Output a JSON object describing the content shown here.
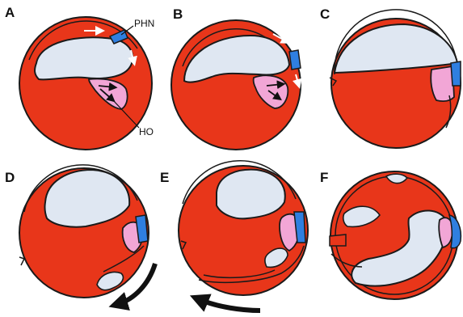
{
  "figure": {
    "panels": [
      {
        "id": "A",
        "letter": "A"
      },
      {
        "id": "B",
        "letter": "B"
      },
      {
        "id": "C",
        "letter": "C"
      },
      {
        "id": "D",
        "letter": "D"
      },
      {
        "id": "E",
        "letter": "E"
      },
      {
        "id": "F",
        "letter": "F"
      }
    ],
    "labels": {
      "phn": "PHN",
      "ho": "HO"
    },
    "colors": {
      "tissue": "#e8361a",
      "outline": "#1a1a1a",
      "cavity": "#dfe7f2",
      "pink_region": "#f2a6d6",
      "blue_region": "#2f7fe0",
      "arrow": "#111111",
      "flow_arrow": "#ffffff"
    }
  }
}
